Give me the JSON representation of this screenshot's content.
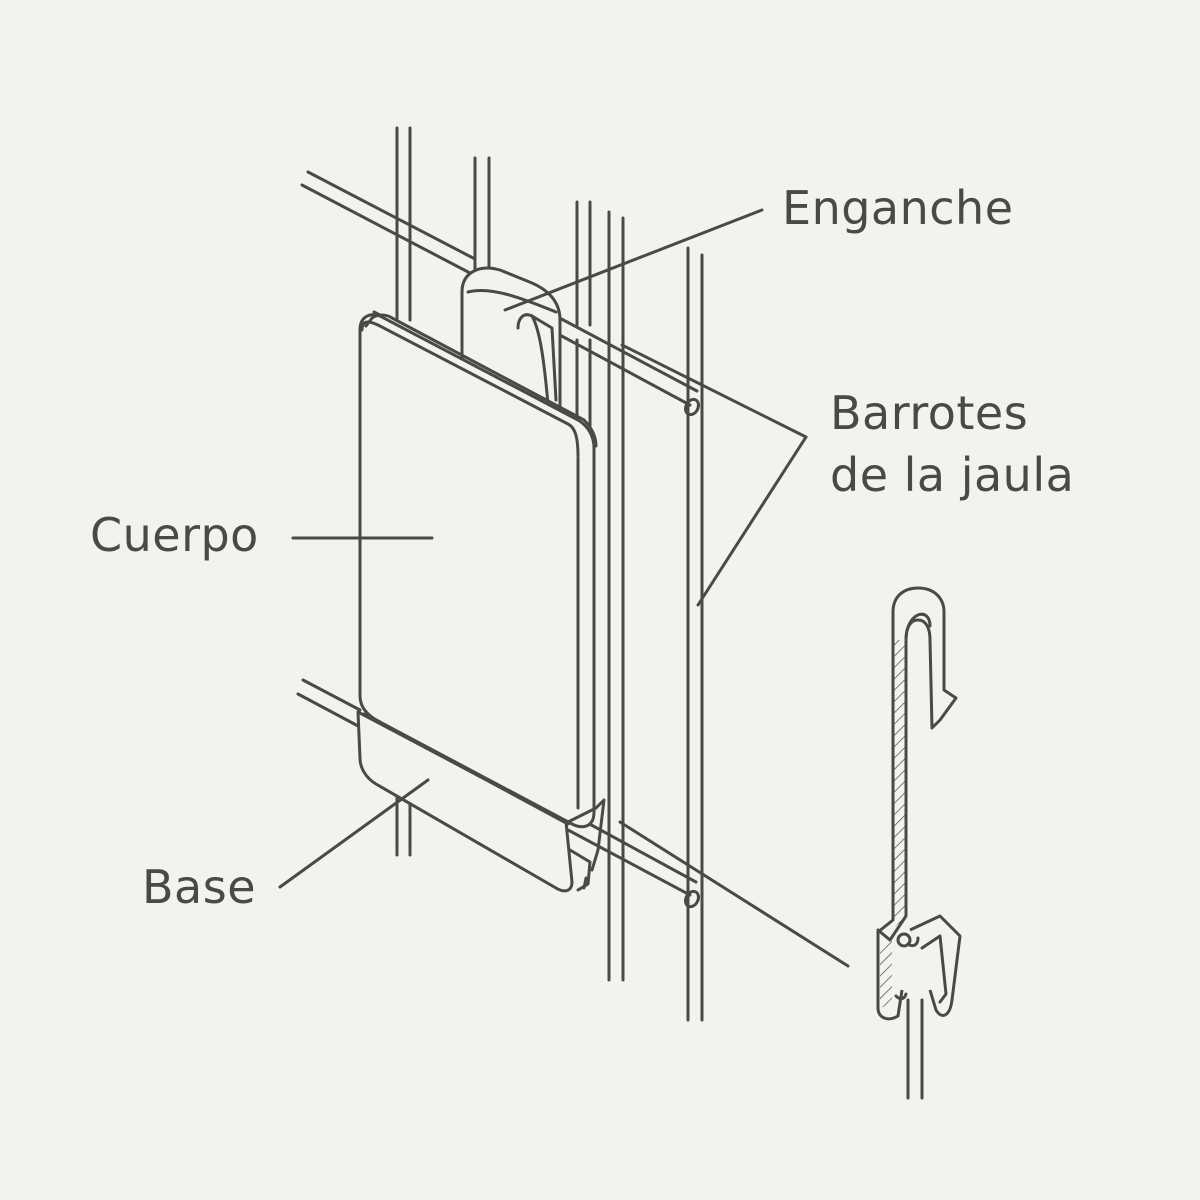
{
  "labels": {
    "enganche": "Enganche",
    "barrotes_line1": "Barrotes",
    "barrotes_line2": "de la jaula",
    "cuerpo": "Cuerpo",
    "base": "Base"
  },
  "colors": {
    "background": "#f3f2ee",
    "ink": "#4a4a45"
  }
}
